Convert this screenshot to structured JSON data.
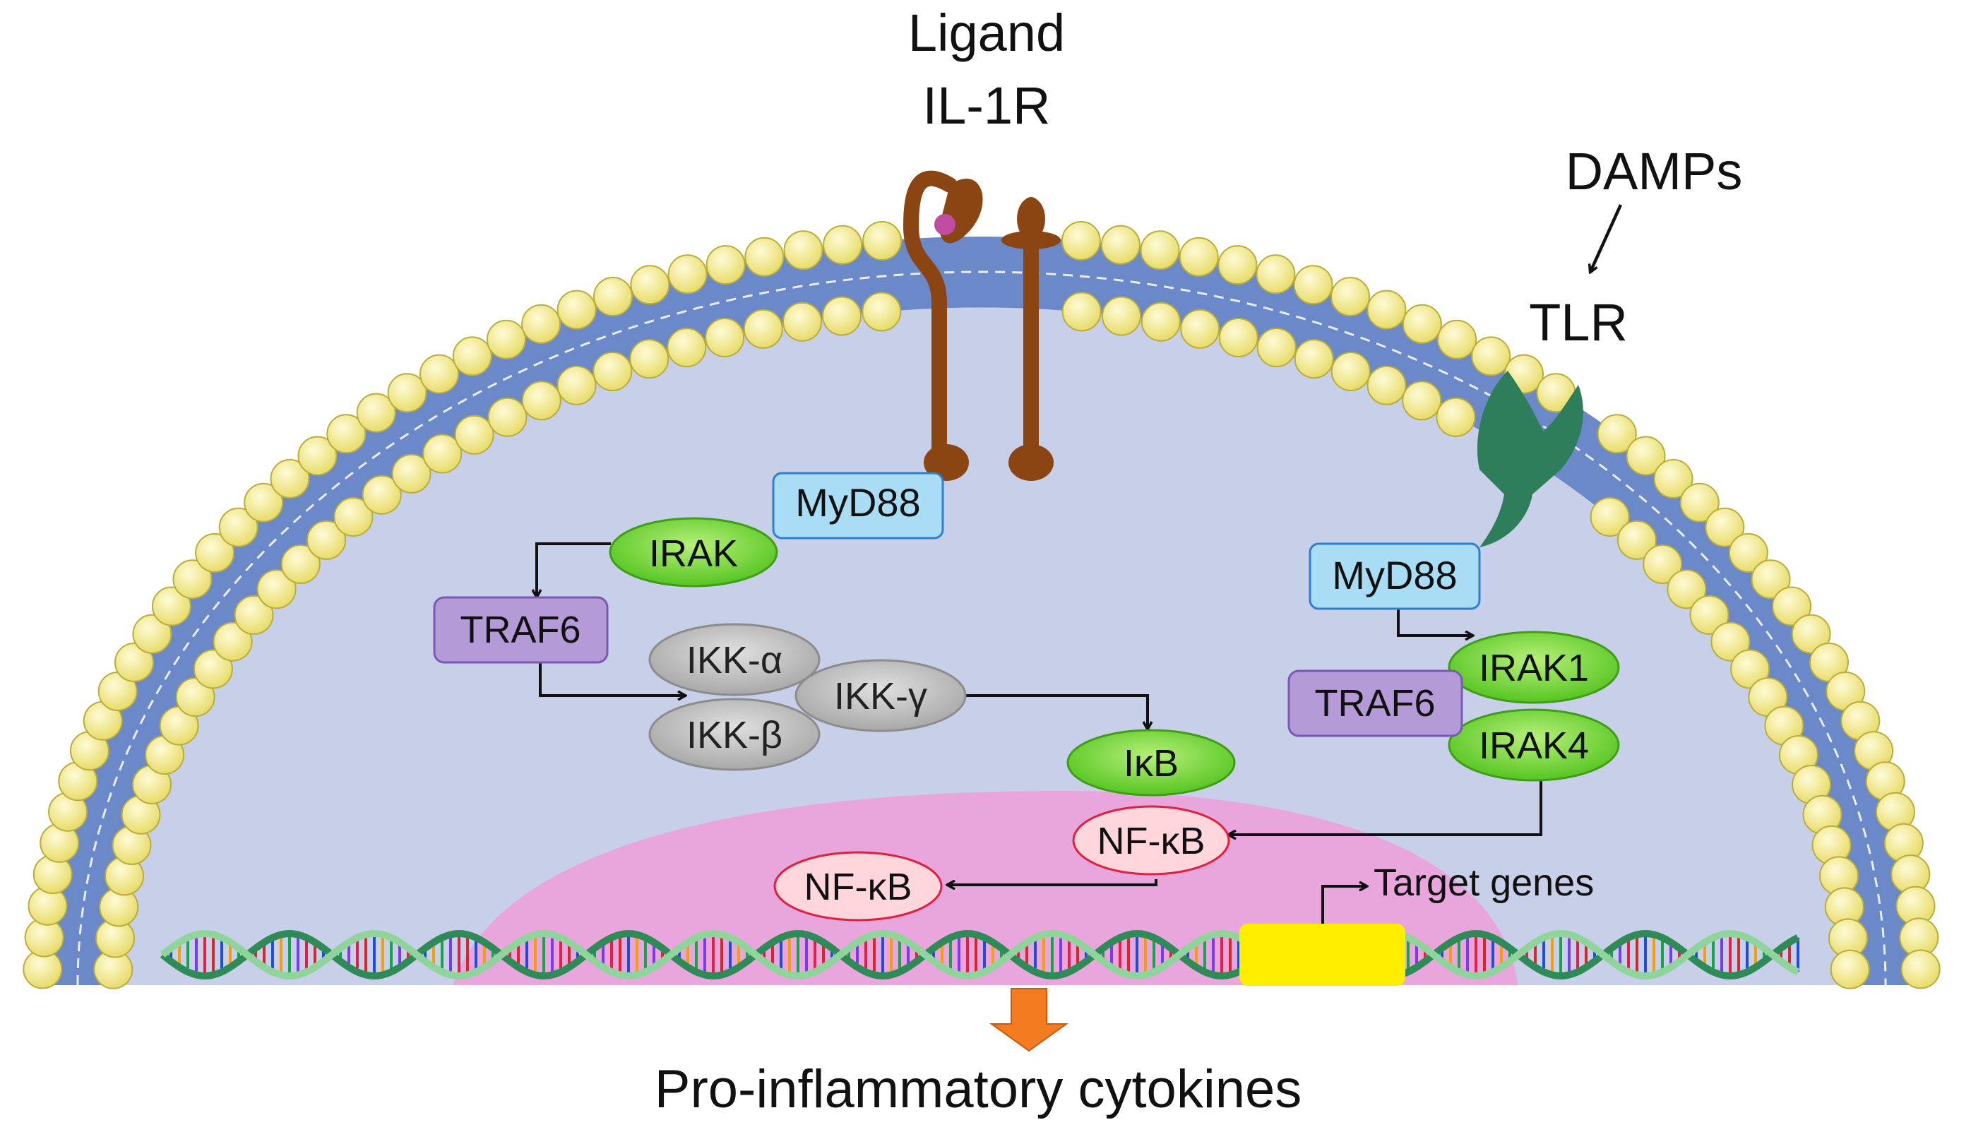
{
  "labels": {
    "ligand": "Ligand",
    "il1r": "IL-1R",
    "damps": "DAMPs",
    "tlr": "TLR",
    "output": "Pro-inflammatory cytokines",
    "target_genes": "Target genes"
  },
  "nodes": {
    "myd88_left": "MyD88",
    "irak": "IRAK",
    "traf6_left": "TRAF6",
    "ikk_alpha": "IKK-α",
    "ikk_beta": "IKK-β",
    "ikk_gamma": "IKK-γ",
    "ikb": "IκB",
    "nfkb_cyto": "NF-κB",
    "nfkb_nuc": "NF-κB",
    "myd88_right": "MyD88",
    "irak1": "IRAK1",
    "irak4": "IRAK4",
    "traf6_right": "TRAF6"
  },
  "colors": {
    "cytoplasm": "#c8cfe8",
    "membrane_core": "#6b88c9",
    "lipid_head": "#f7f0a0",
    "nucleus": "#e9a6dc",
    "receptor_il1r": "#8b4513",
    "receptor_tlr": "#2e7d5b",
    "myd88_fill": "#a9dcf5",
    "irak_fill": "#8ee04a",
    "traf6_fill": "#b49ad6",
    "ikk_fill": "#c8c8c8",
    "nfkb_fill": "#ffd6dc",
    "target_gene_box": "#ffee00",
    "output_arrow": "#f47b20"
  }
}
